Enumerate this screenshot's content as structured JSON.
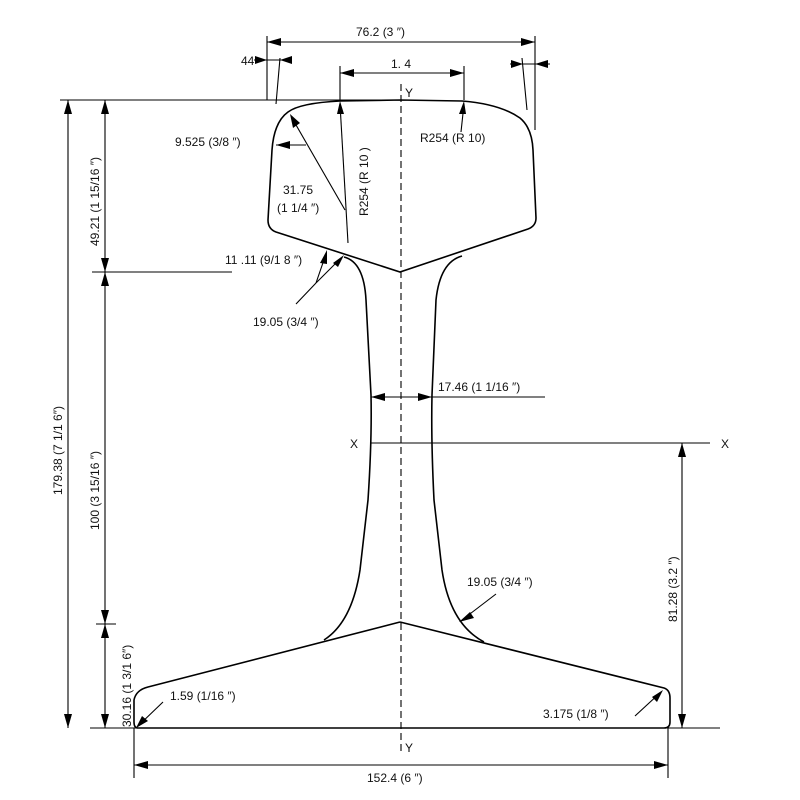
{
  "diagram": {
    "type": "rail-cross-section",
    "axes": {
      "y_top": "Y",
      "y_bottom": "Y",
      "x_left": "X",
      "x_right": "X"
    },
    "dimensions": {
      "head_width": "76.2 (3   ″)",
      "head_crown_width": "1. 4",
      "head_side_taper": "44",
      "crown_radius_right": "R254 (R 10)",
      "crown_radius_left": "R254 (R 10    )",
      "head_corner_radius": "9.525 (3/8     ″)",
      "head_side_radius_line1": "31.75",
      "head_side_radius_line2": "(1 1/4   ″)",
      "head_fillet_radius": "11 .11 (9/1   8 ″)",
      "head_web_fillet": "19.05 (3/4     ″)",
      "web_thickness": "17.46 (1    1/16   ″)",
      "base_web_fillet": "19.05 (3/4     ″)",
      "base_edge_radius_left": "1.59 (1/16      ″)",
      "base_edge_radius_right": "3.175 (1/8      ″)",
      "base_width": "152.4 (6     ″)",
      "total_height": "179.38 (7 1/1     6″)",
      "head_height": "49.21 (1 15/16     ″)",
      "web_height": "100 (3 15/16     ″)",
      "base_height": "30.16 (1 3/1     6″)",
      "neutral_axis_height": "81.28 (3.2     ″)"
    }
  }
}
